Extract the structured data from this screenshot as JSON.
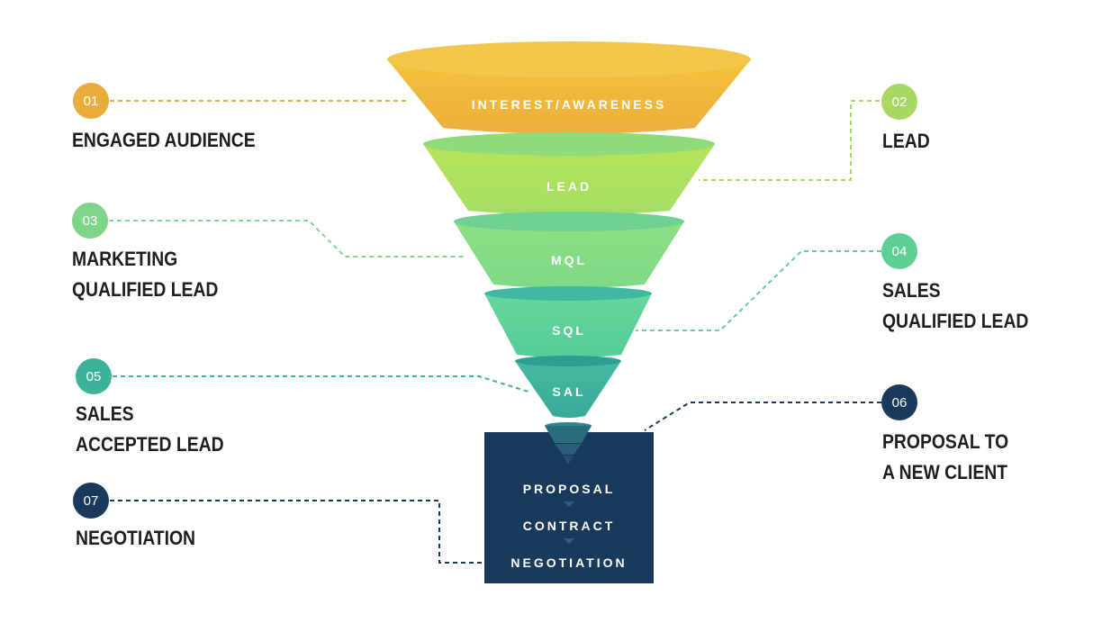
{
  "funnel": {
    "stages": [
      "INTEREST/AWARENESS",
      "LEAD",
      "MQL",
      "SQL",
      "SAL"
    ],
    "box_stages": [
      "PROPOSAL",
      "CONTRACT",
      "NEGOTIATION"
    ]
  },
  "callouts": [
    {
      "number": "01",
      "lines": [
        "ENGAGED AUDIENCE"
      ],
      "color": "#e9ad3c"
    },
    {
      "number": "02",
      "lines": [
        "LEAD"
      ],
      "color": "#a8d862"
    },
    {
      "number": "03",
      "lines": [
        "MARKETING",
        "QUALIFIED LEAD"
      ],
      "color": "#7fd58a"
    },
    {
      "number": "04",
      "lines": [
        "SALES",
        "QUALIFIED LEAD"
      ],
      "color": "#5ccf96"
    },
    {
      "number": "05",
      "lines": [
        "SALES",
        "ACCEPTED LEAD"
      ],
      "color": "#3bb39a"
    },
    {
      "number": "06",
      "lines": [
        "PROPOSAL TO",
        "A NEW CLIENT"
      ],
      "color": "#1a3a5c"
    },
    {
      "number": "07",
      "lines": [
        "NEGOTIATION"
      ],
      "color": "#1a3a5c"
    }
  ],
  "colors": {
    "awareness": "#f0b73c",
    "lead": "#a9e060",
    "mql": "#86dd83",
    "sql": "#5dd09a",
    "sal": "#3fb39c",
    "navy": "#1a3a5c"
  }
}
